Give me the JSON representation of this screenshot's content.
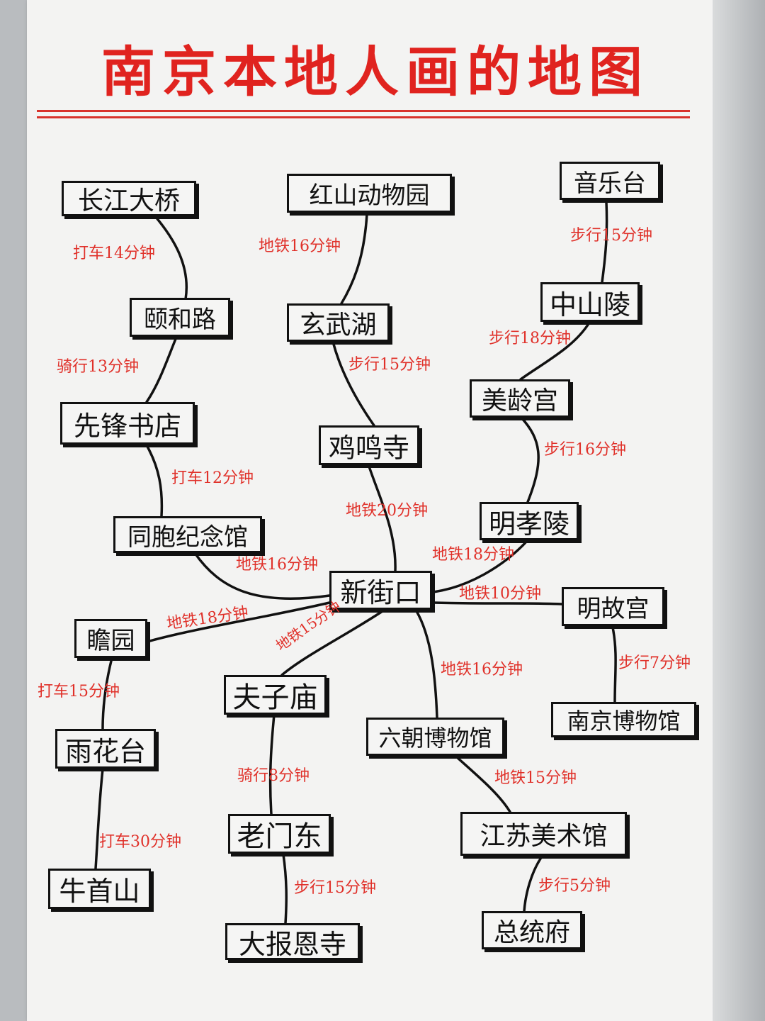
{
  "title": "南京本地人画的地图",
  "colors": {
    "title": "#e0231f",
    "label": "#e0312a",
    "ink": "#111111",
    "paper": "#f3f3f2"
  },
  "places": {
    "changjiang_bridge": "长江大桥",
    "hongshan_zoo": "红山动物园",
    "yinletai": "音乐台",
    "yihe_road": "颐和路",
    "xuanwu_lake": "玄武湖",
    "zhongshan_mausoleum": "中山陵",
    "meiling_palace": "美龄宫",
    "xianfeng_bookstore": "先锋书店",
    "jiming_temple": "鸡鸣寺",
    "ming_xiaoling": "明孝陵",
    "tongbao_memorial": "同胞纪念馆",
    "xinjiekou": "新街口",
    "ming_palace": "明故宫",
    "zhanyuan": "瞻园",
    "confucius_temple": "夫子庙",
    "nanjing_museum": "南京博物馆",
    "six_dynasties_museum": "六朝博物馆",
    "yuhuatai": "雨花台",
    "laomendong": "老门东",
    "jiangsu_art_museum": "江苏美术馆",
    "niushoushan": "牛首山",
    "dabaoen_temple": "大报恩寺",
    "presidential_palace": "总统府"
  },
  "routes": {
    "bridge_to_yihe": "打车14分钟",
    "zoo_to_xuanwu": "地铁16分钟",
    "yinletai_to_zhongshan": "步行15分钟",
    "zhongshan_to_meiling": "步行18分钟",
    "yihe_to_xianfeng": "骑行13分钟",
    "xuanwu_to_jiming": "步行15分钟",
    "meiling_to_xiaoling": "步行16分钟",
    "xianfeng_to_tongbao": "打车12分钟",
    "jiming_to_xinjiekou": "地铁20分钟",
    "tongbao_to_xinjiekou": "地铁16分钟",
    "xiaoling_to_xinjiekou": "地铁18分钟",
    "xinjiekou_to_minggugong": "地铁10分钟",
    "zhanyuan_to_xinjiekou": "地铁18分钟",
    "xinjiekou_to_fuzimiao": "地铁15分钟",
    "xinjiekou_to_liuchao": "地铁16分钟",
    "minggugong_to_museum": "步行7分钟",
    "zhanyuan_to_yuhuatai": "打车15分钟",
    "fuzimiao_to_laomendong": "骑行8分钟",
    "liuchao_to_jiangsu_art": "地铁15分钟",
    "yuhuatai_to_niushoushan": "打车30分钟",
    "laomendong_to_dabaoen": "步行15分钟",
    "jiangsu_art_to_presidential": "步行5分钟"
  }
}
